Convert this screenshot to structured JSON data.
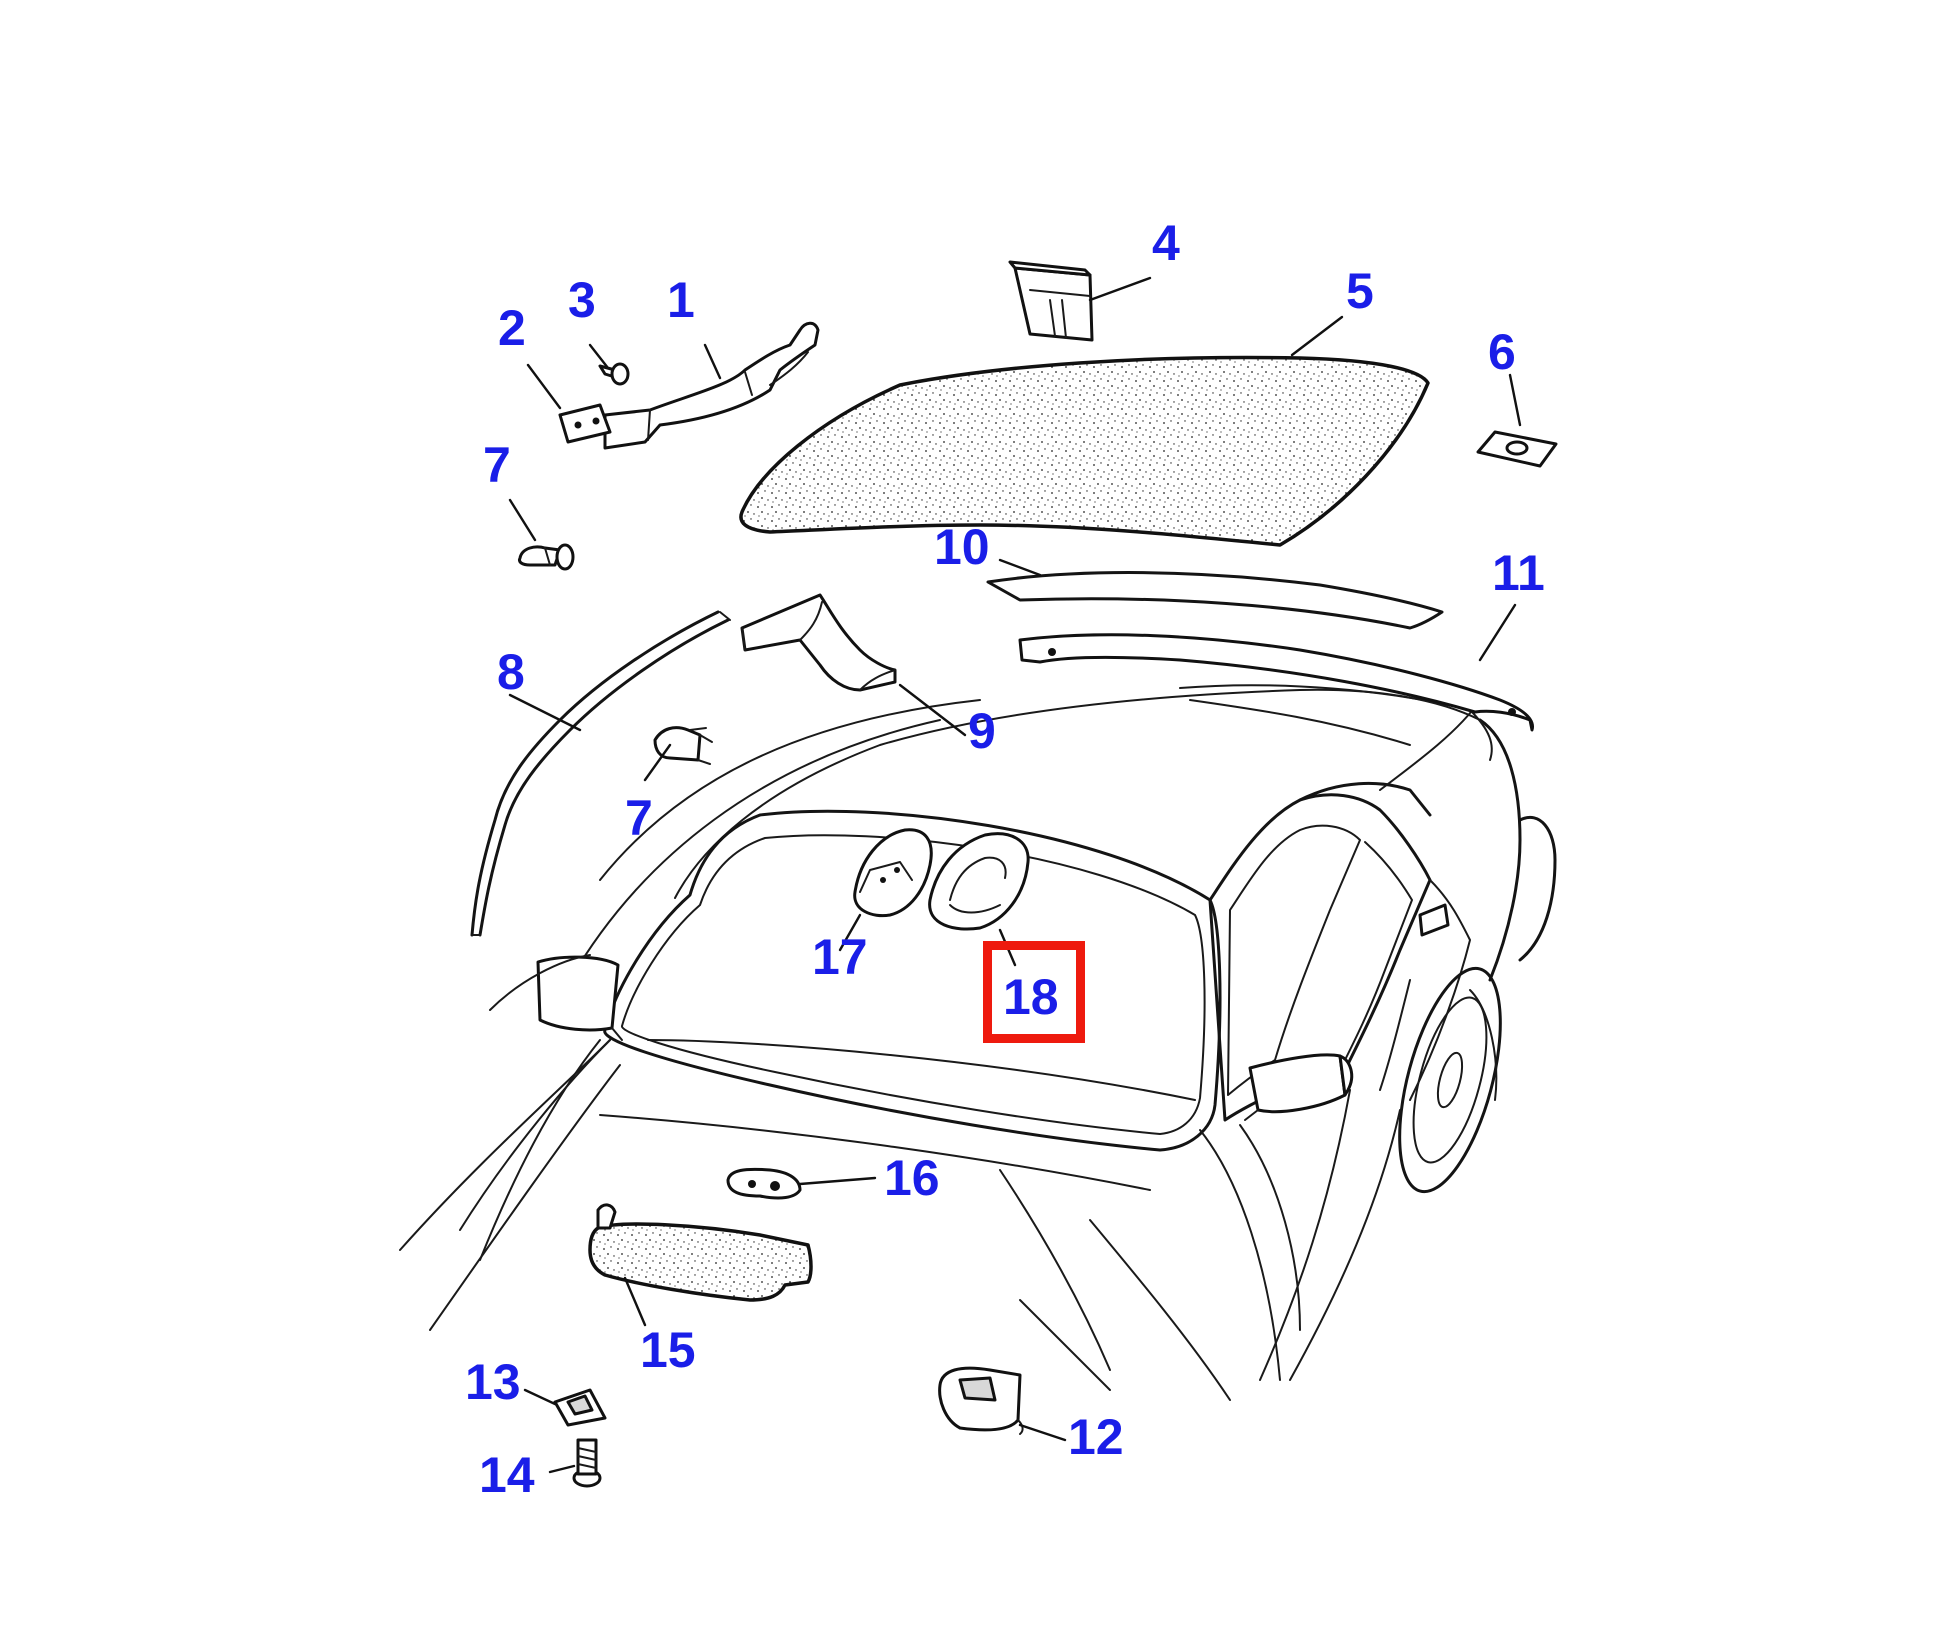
{
  "colors": {
    "label": "#1a1ee8",
    "highlight": "#ee1a0e",
    "line": "#141414"
  },
  "callouts": [
    {
      "id": "1",
      "text": "1"
    },
    {
      "id": "2",
      "text": "2"
    },
    {
      "id": "3",
      "text": "3"
    },
    {
      "id": "4",
      "text": "4"
    },
    {
      "id": "5",
      "text": "5"
    },
    {
      "id": "6",
      "text": "6"
    },
    {
      "id": "7a",
      "text": "7"
    },
    {
      "id": "7b",
      "text": "7"
    },
    {
      "id": "8",
      "text": "8"
    },
    {
      "id": "9",
      "text": "9"
    },
    {
      "id": "10",
      "text": "10"
    },
    {
      "id": "11",
      "text": "11"
    },
    {
      "id": "12",
      "text": "12"
    },
    {
      "id": "13",
      "text": "13"
    },
    {
      "id": "14",
      "text": "14"
    },
    {
      "id": "15",
      "text": "15"
    },
    {
      "id": "16",
      "text": "16"
    },
    {
      "id": "17",
      "text": "17"
    },
    {
      "id": "18",
      "text": "18"
    }
  ],
  "highlighted_callout": "18"
}
